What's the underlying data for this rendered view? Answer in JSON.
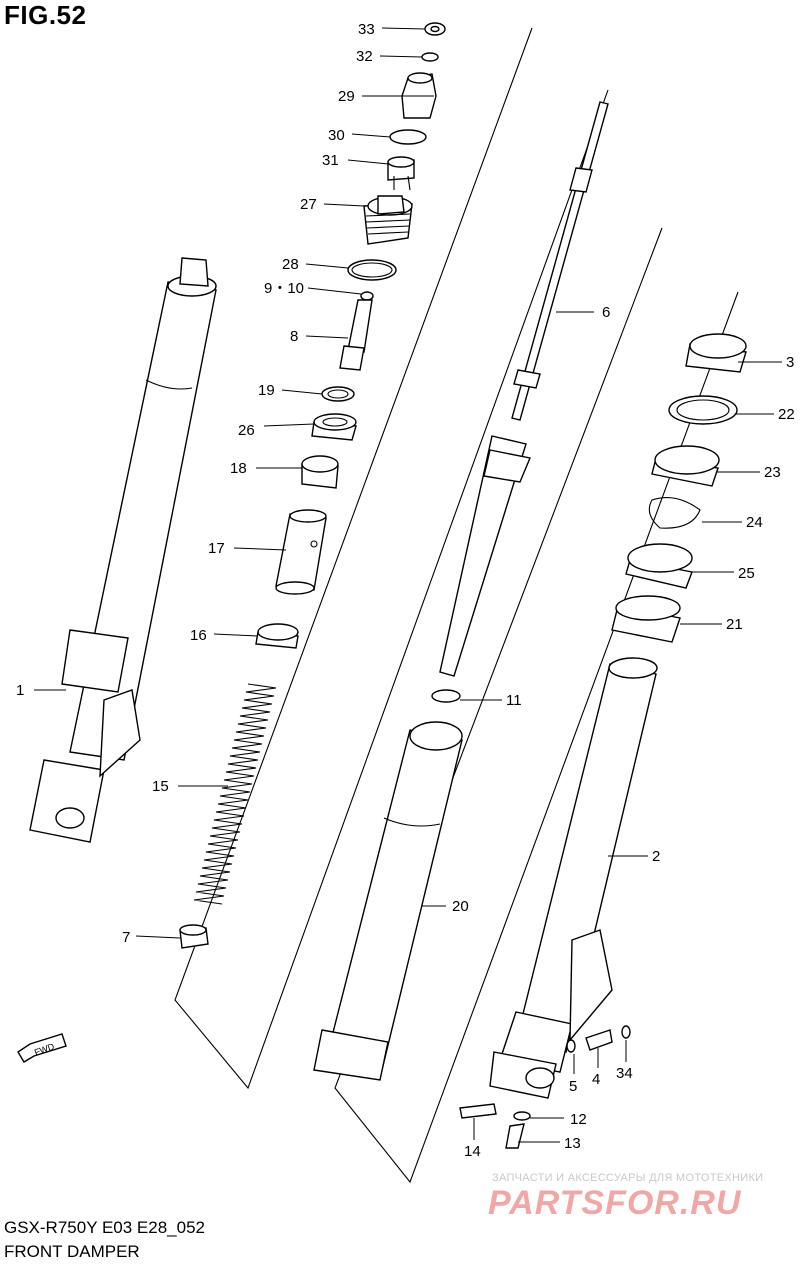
{
  "figure": {
    "title": "FIG.52"
  },
  "footer": {
    "model_line": "GSX-R750Y E03 E28_052",
    "caption": "FRONT DAMPER"
  },
  "watermark": {
    "small": "ЗАПЧАСТИ И АКСЕССУАРЫ ДЛЯ МОТОТЕХНИКИ",
    "brand": "PARTSFOR.RU"
  },
  "fwd_label": "FWD",
  "callouts": [
    {
      "id": "c33",
      "text": "33"
    },
    {
      "id": "c32",
      "text": "32"
    },
    {
      "id": "c29",
      "text": "29"
    },
    {
      "id": "c30",
      "text": "30"
    },
    {
      "id": "c31",
      "text": "31"
    },
    {
      "id": "c27",
      "text": "27"
    },
    {
      "id": "c28",
      "text": "28"
    },
    {
      "id": "c910",
      "text": "9・10"
    },
    {
      "id": "c8",
      "text": "8"
    },
    {
      "id": "c19",
      "text": "19"
    },
    {
      "id": "c26",
      "text": "26"
    },
    {
      "id": "c18",
      "text": "18"
    },
    {
      "id": "c17",
      "text": "17"
    },
    {
      "id": "c16",
      "text": "16"
    },
    {
      "id": "c1",
      "text": "1"
    },
    {
      "id": "c15",
      "text": "15"
    },
    {
      "id": "c7",
      "text": "7"
    },
    {
      "id": "c6",
      "text": "6"
    },
    {
      "id": "c11",
      "text": "11"
    },
    {
      "id": "c20",
      "text": "20"
    },
    {
      "id": "c3",
      "text": "3"
    },
    {
      "id": "c22",
      "text": "22"
    },
    {
      "id": "c23",
      "text": "23"
    },
    {
      "id": "c24",
      "text": "24"
    },
    {
      "id": "c25",
      "text": "25"
    },
    {
      "id": "c21",
      "text": "21"
    },
    {
      "id": "c2",
      "text": "2"
    },
    {
      "id": "c5",
      "text": "5"
    },
    {
      "id": "c4",
      "text": "4"
    },
    {
      "id": "c34",
      "text": "34"
    },
    {
      "id": "c12",
      "text": "12"
    },
    {
      "id": "c14",
      "text": "14"
    },
    {
      "id": "c13",
      "text": "13"
    }
  ]
}
